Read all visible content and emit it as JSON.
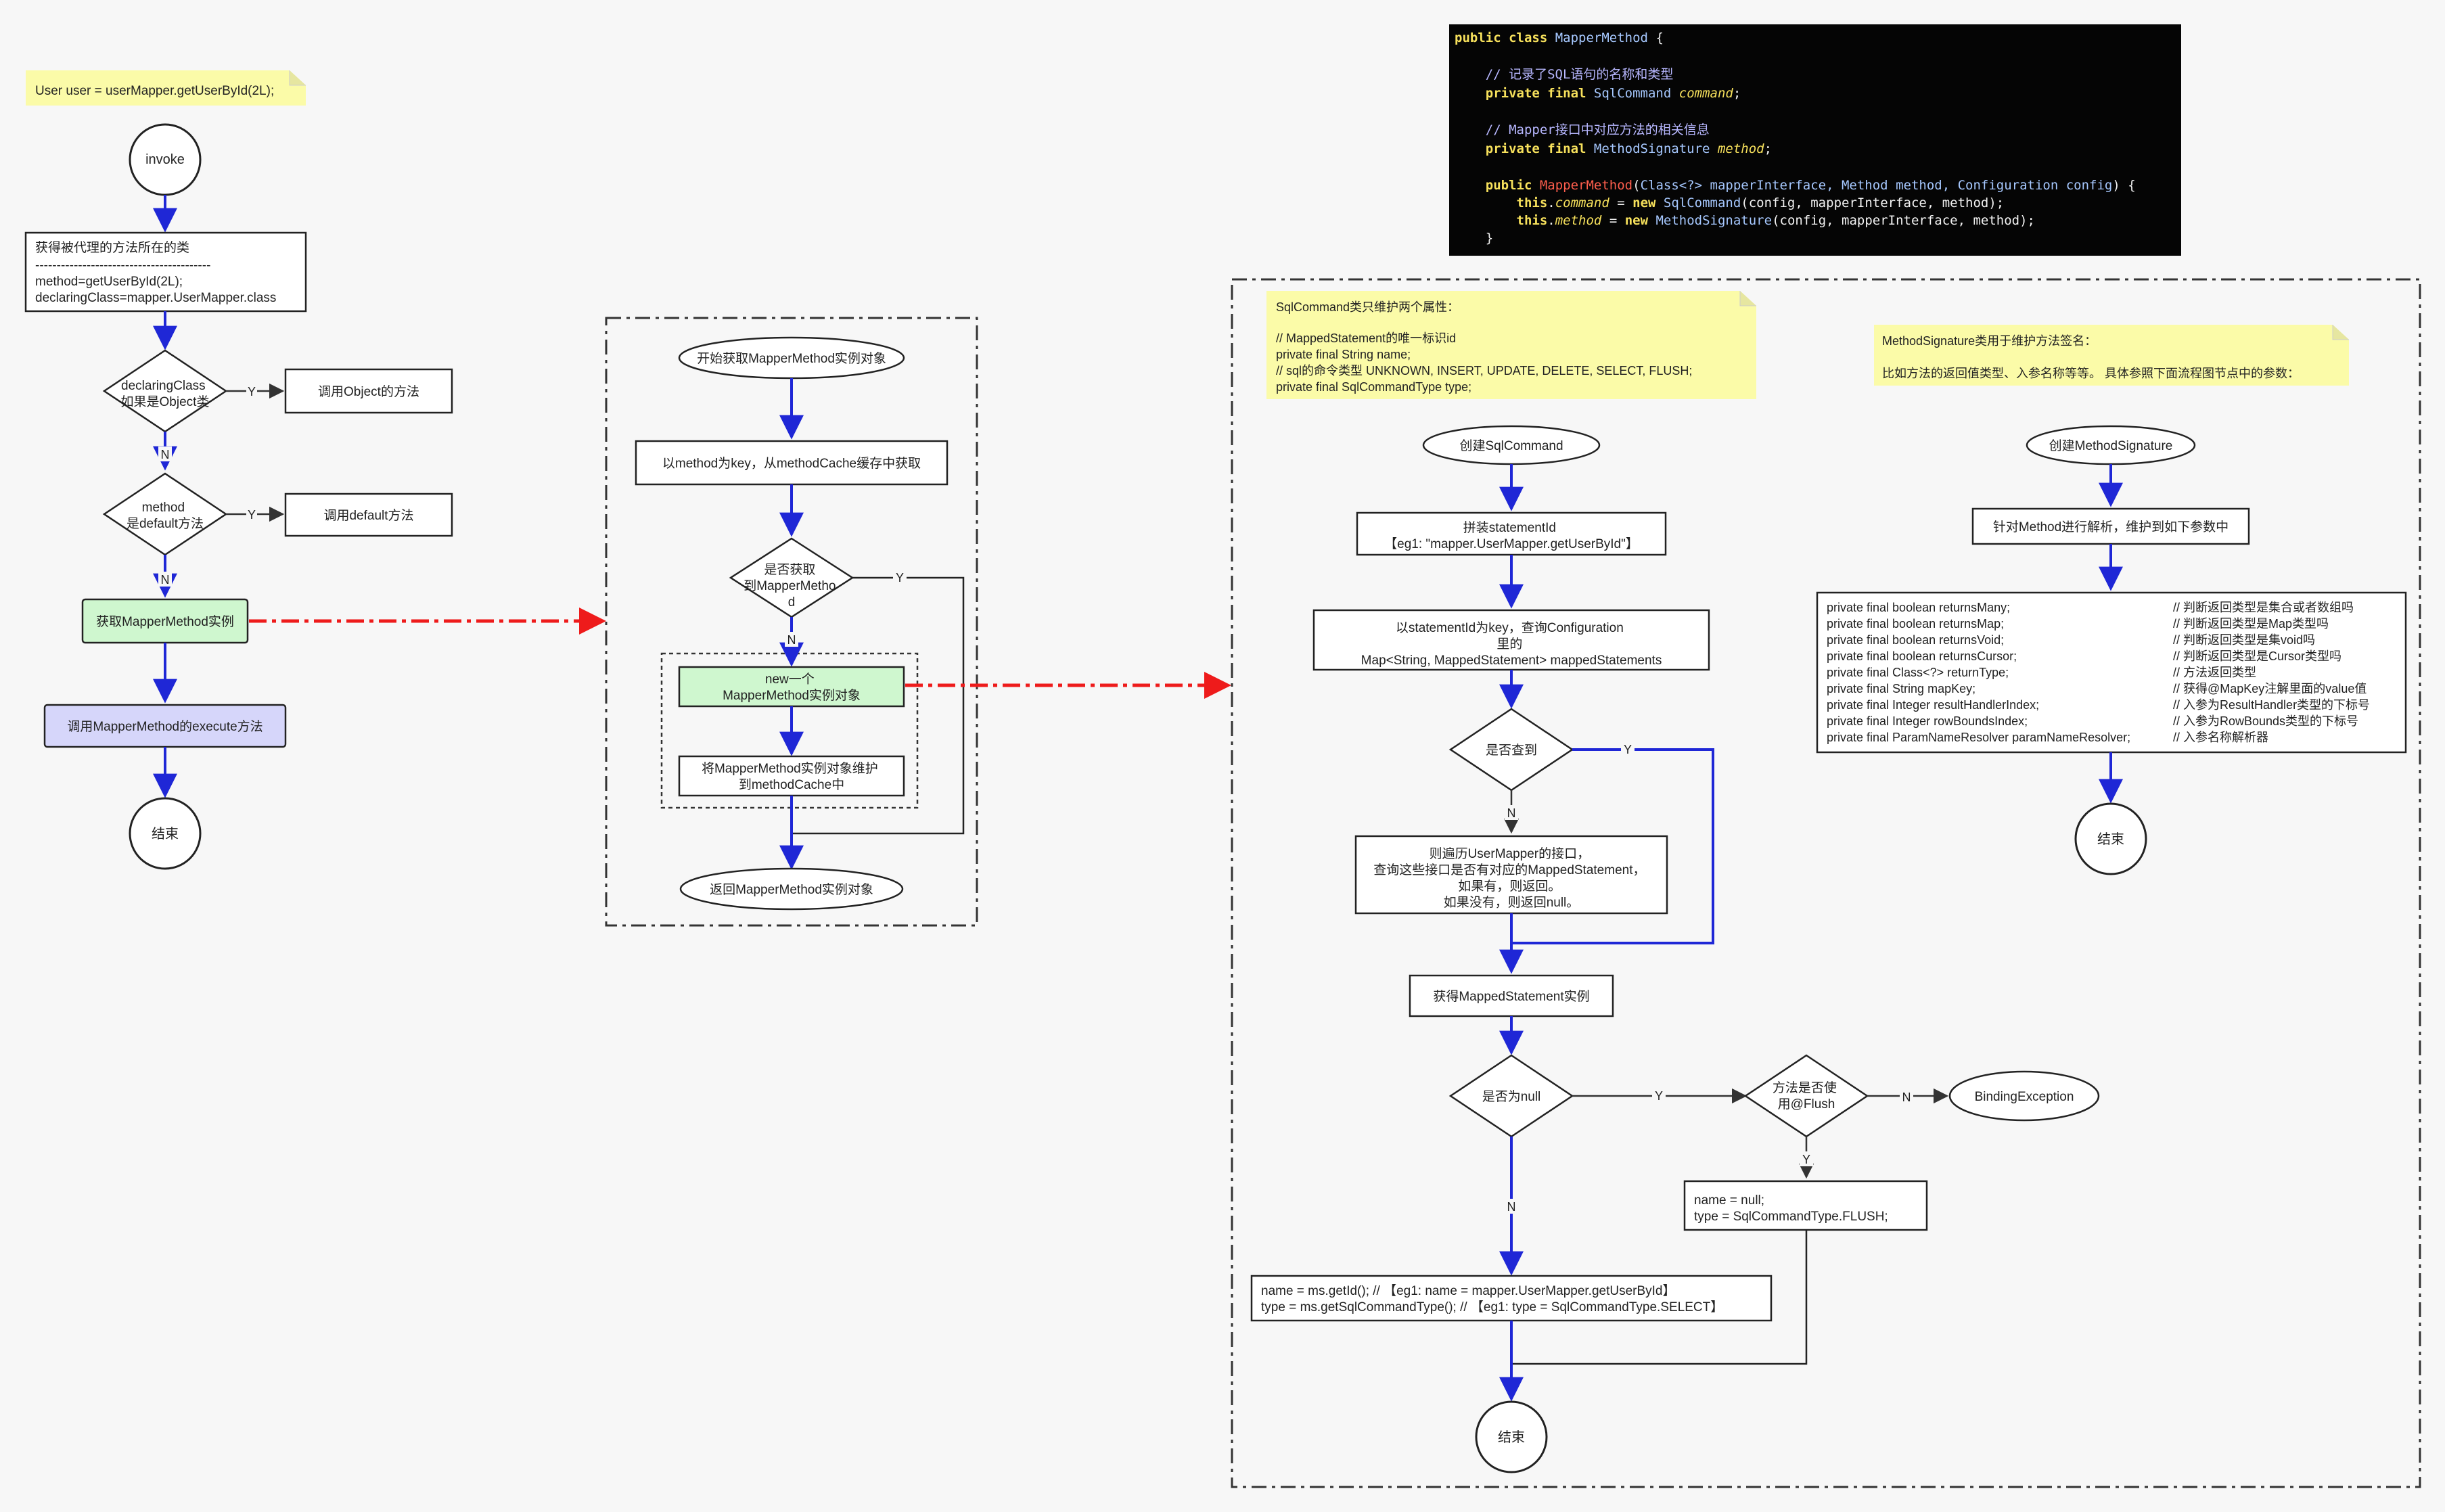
{
  "note_top": "User user = userMapper.getUserById(2L);",
  "left": {
    "invoke": "invoke",
    "get_class_lines": [
      "获得被代理的方法所在的类",
      "-----------------------------------------",
      "method=getUserById(2L);",
      "declaringClass=mapper.UserMapper.class"
    ],
    "d1_lines": [
      "declaringClass",
      "如果是Object类"
    ],
    "call_object": "调用Object的方法",
    "d2_lines": [
      "method",
      "是default方法"
    ],
    "call_default": "调用default方法",
    "get_mm": "获取MapperMethod实例",
    "call_execute": "调用MapperMethod的execute方法",
    "end": "结束",
    "y": "Y",
    "n": "N"
  },
  "mid": {
    "start": "开始获取MapperMethod实例对象",
    "from_cache": "以method为key，从methodCache缓存中获取",
    "decision_lines": [
      "是否获取",
      "到MapperMetho",
      "d"
    ],
    "new_lines": [
      "new一个",
      "MapperMethod实例对象"
    ],
    "put_lines": [
      "将MapperMethod实例对象维护",
      "到methodCache中"
    ],
    "ret": "返回MapperMethod实例对象",
    "y": "Y",
    "n": "N"
  },
  "code": [
    "public class MapperMethod {",
    "",
    "    // 记录了SQL语句的名称和类型",
    "    private final SqlCommand command;",
    "",
    "    // Mapper接口中对应方法的相关信息",
    "    private final MethodSignature method;",
    "",
    "    public MapperMethod(Class<?> mapperInterface, Method method, Configuration config) {",
    "        this.command = new SqlCommand(config, mapperInterface, method);",
    "        this.method = new MethodSignature(config, mapperInterface, method);",
    "    }"
  ],
  "sql": {
    "note_lines": [
      "SqlCommand类只维护两个属性：",
      "",
      "// MappedStatement的唯一标识id",
      "private final String name;",
      "// sql的命令类型 UNKNOWN, INSERT, UPDATE, DELETE, SELECT, FLUSH;",
      "private final SqlCommandType type;"
    ],
    "create": "创建SqlCommand",
    "splice_lines": [
      "拼装statementId",
      "【eg1: \"mapper.UserMapper.getUserById\"】"
    ],
    "query_lines": [
      "以statementId为key，查询Configuration",
      "里的",
      "Map<String, MappedStatement> mappedStatements"
    ],
    "found": "是否查到",
    "traverse_lines": [
      "则遍历UserMapper的接口，",
      "查询这些接口是否有对应的MappedStatement，",
      "如果有，则返回。",
      "如果没有，则返回null。"
    ],
    "get_ms": "获得MappedStatement实例",
    "is_null": "是否为null",
    "flush_q_lines": [
      "方法是否使",
      "用@Flush"
    ],
    "binding": "BindingException",
    "flush_assign_lines": [
      "name = null;",
      "type = SqlCommandType.FLUSH;"
    ],
    "assign_lines": [
      "name = ms.getId(); //  【eg1: name = mapper.UserMapper.getUserById】",
      "type = ms.getSqlCommandType(); //  【eg1: type = SqlCommandType.SELECT】"
    ],
    "end": "结束",
    "y": "Y",
    "n": "N"
  },
  "ms": {
    "note_lines": [
      "MethodSignature类用于维护方法签名：",
      "",
      "比如方法的返回值类型、入参名称等等。 具体参照下面流程图节点中的参数："
    ],
    "create": "创建MethodSignature",
    "parse": "针对Method进行解析，维护到如下参数中",
    "params": [
      [
        "private final boolean returnsMany;",
        "// 判断返回类型是集合或者数组吗"
      ],
      [
        "private final boolean returnsMap;",
        "// 判断返回类型是Map类型吗"
      ],
      [
        "private final boolean returnsVoid;",
        "// 判断返回类型是集void吗"
      ],
      [
        "private final boolean returnsCursor;",
        "// 判断返回类型是Cursor类型吗"
      ],
      [
        "private final Class<?> returnType;",
        "// 方法返回类型"
      ],
      [
        "private final String mapKey;",
        "// 获得@MapKey注解里面的value值"
      ],
      [
        "private final Integer resultHandlerIndex;",
        "// 入参为ResultHandler类型的下标号"
      ],
      [
        "private final Integer rowBoundsIndex;",
        "// 入参为RowBounds类型的下标号"
      ],
      [
        "private final ParamNameResolver paramNameResolver;",
        "// 入参名称解析器"
      ]
    ],
    "end": "结束"
  },
  "colors": {
    "arrow": "#1f27d6",
    "red_dash": "#ee1b1b",
    "green_fill": "#cff7cf",
    "purple_fill": "#d6d6fa",
    "note_fill": "#fbfba8",
    "code_bg": "#050505"
  }
}
